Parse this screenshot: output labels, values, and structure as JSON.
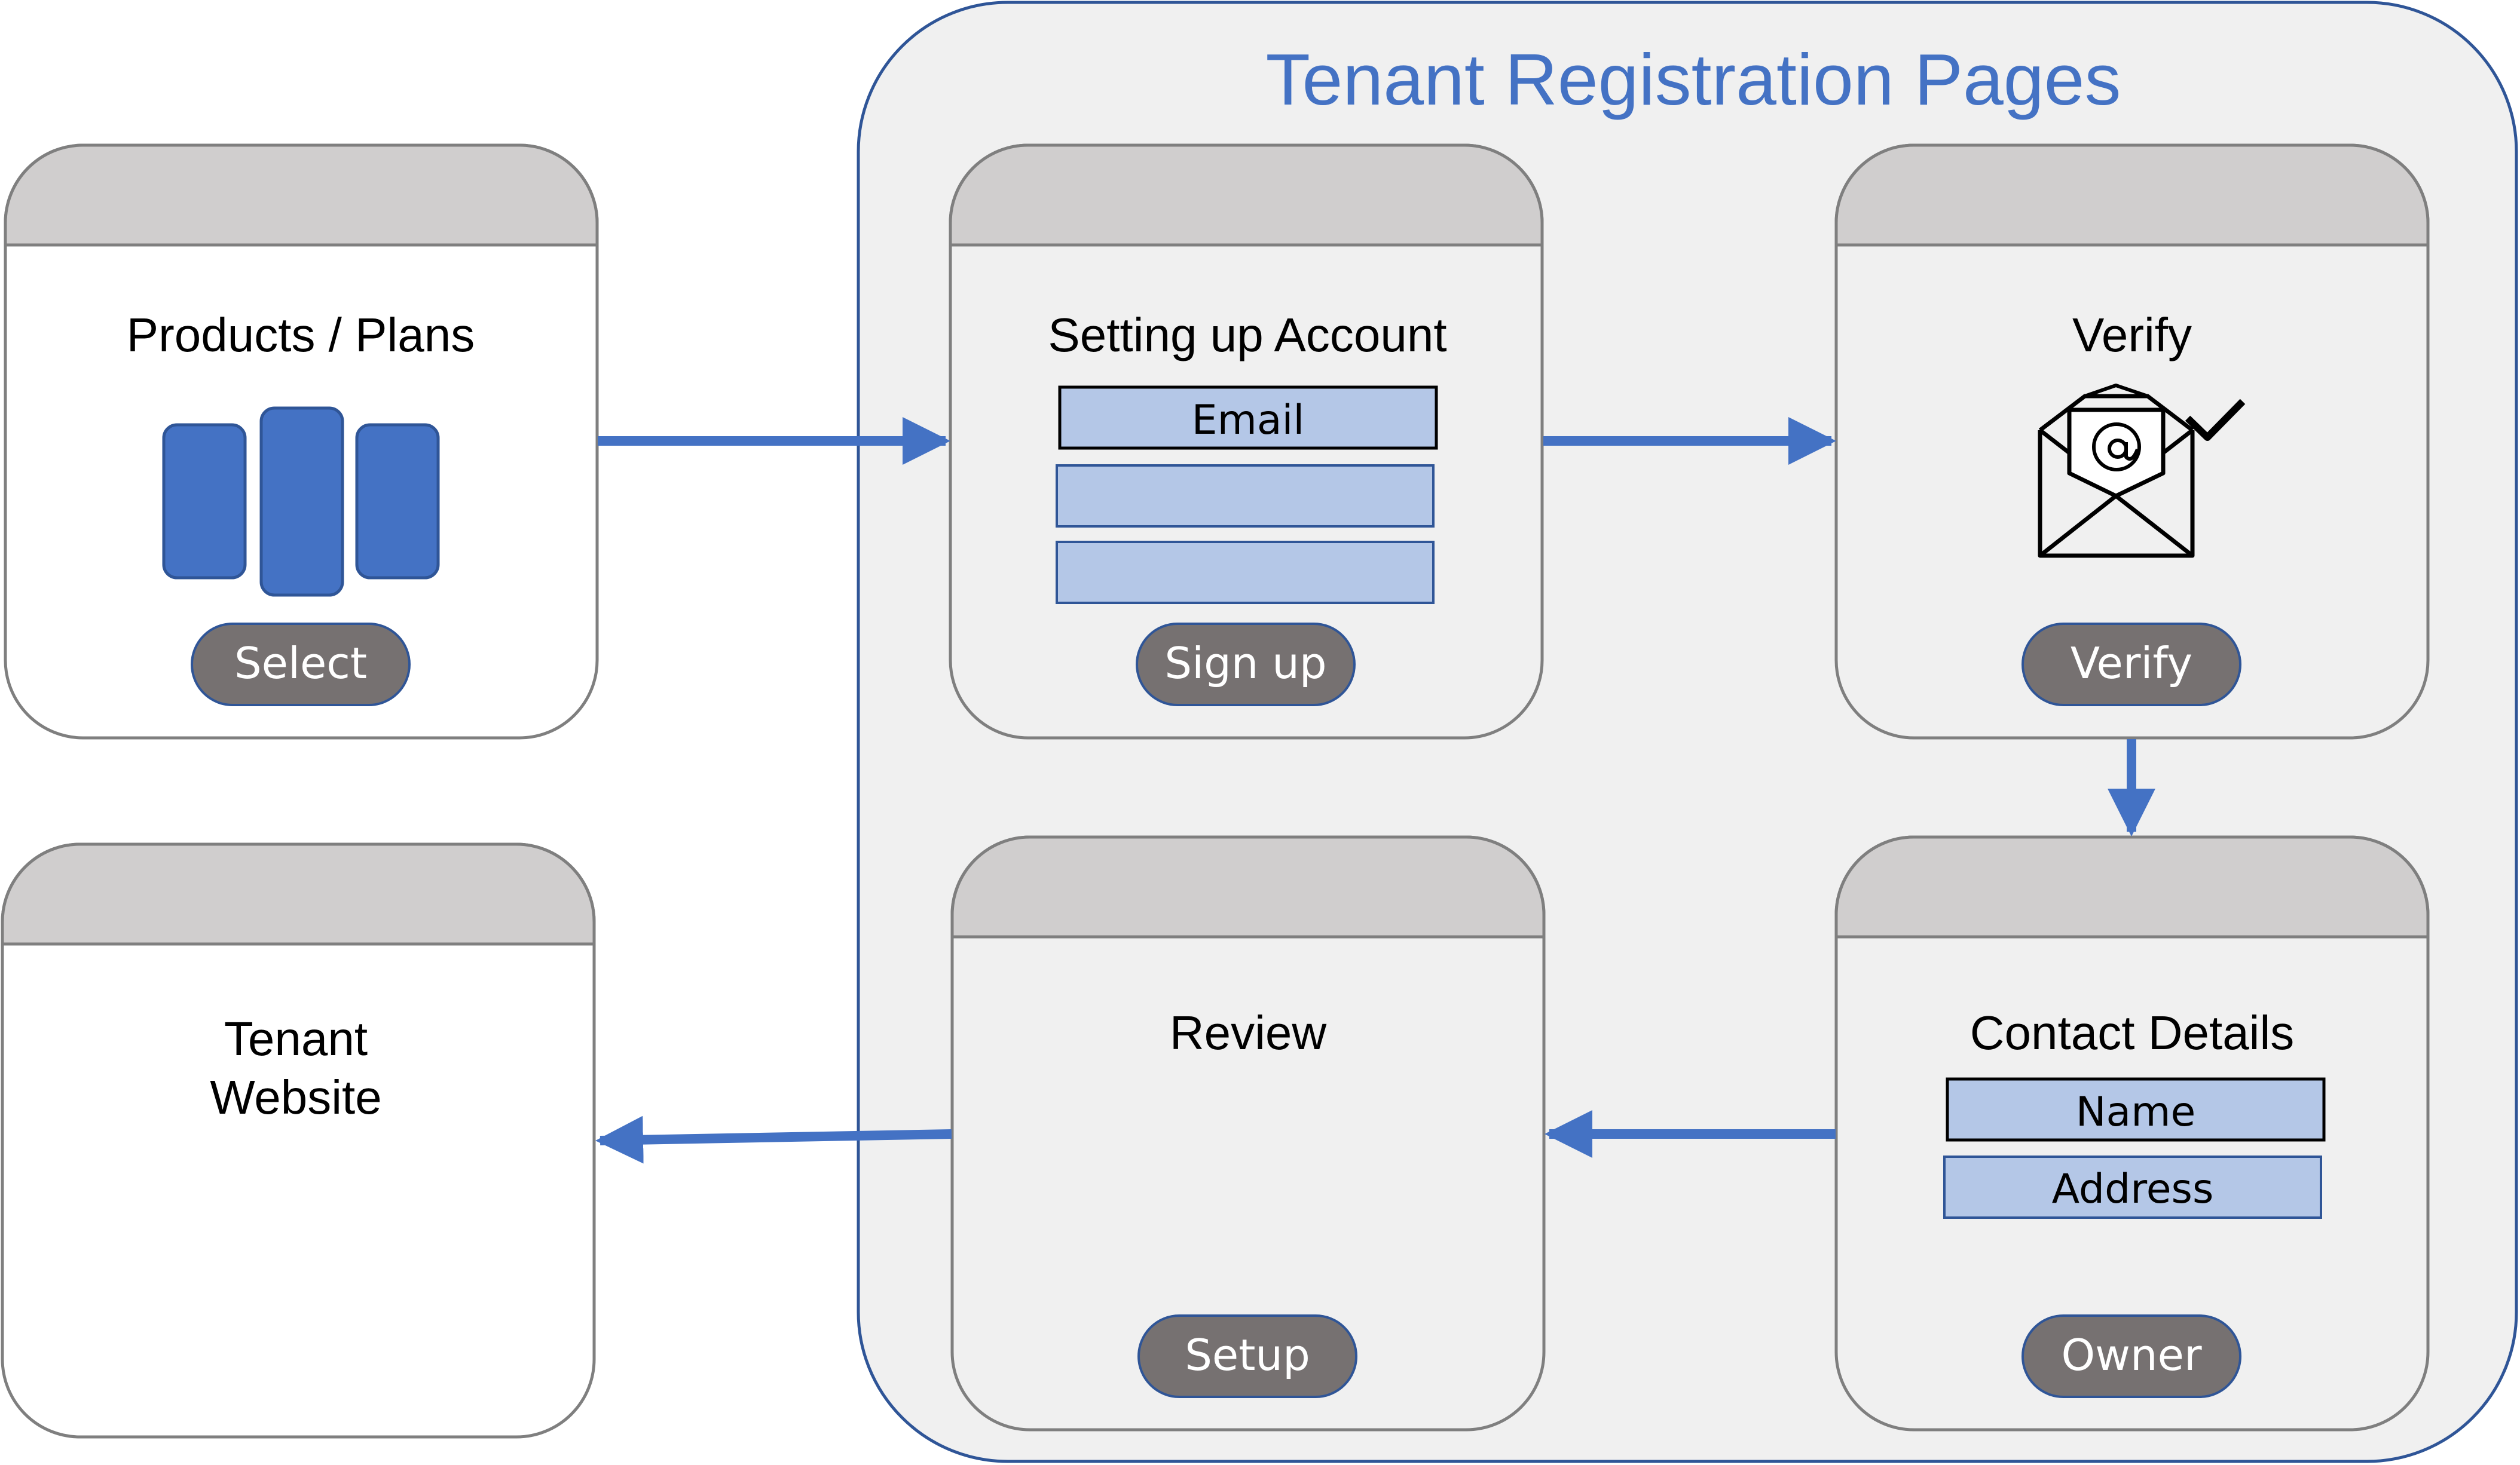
{
  "colors": {
    "accent": "#4472C4",
    "container_fill": "#F0F0F0",
    "container_stroke": "#2F5597",
    "card_header": "#D0CECE",
    "card_stroke": "#7F7F7F",
    "button_fill": "#767171",
    "field_fill": "#B4C7E7"
  },
  "group": {
    "title": "Tenant Registration Pages"
  },
  "cards": {
    "products": {
      "title": "Products / Plans",
      "button": "Select",
      "icon": "plan-columns-icon"
    },
    "signup": {
      "title": "Setting up Account",
      "fields": [
        "Email",
        "",
        ""
      ],
      "button": "Sign up"
    },
    "verify": {
      "title": "Verify",
      "button": "Verify",
      "icon": "email-verified-icon"
    },
    "contact": {
      "title": "Contact Details",
      "fields": [
        "Name",
        "Address"
      ],
      "button": "Owner"
    },
    "review": {
      "title": "Review",
      "button": "Setup"
    },
    "website": {
      "title_line1": "Tenant",
      "title_line2": "Website"
    }
  }
}
